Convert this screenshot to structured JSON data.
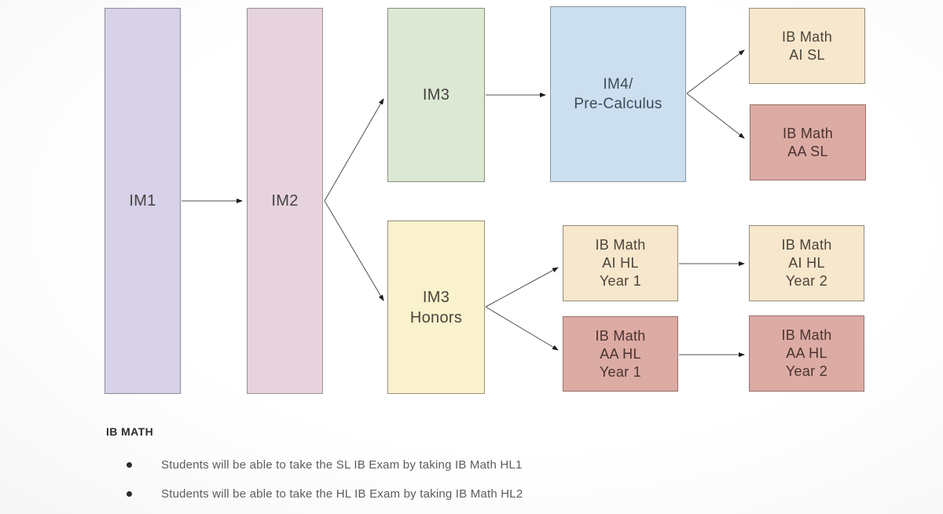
{
  "diagram": {
    "title_context": "Math course pathway flowchart",
    "nodes": {
      "im1": {
        "label": "IM1",
        "fill": "#d7d2e8"
      },
      "im2": {
        "label": "IM2",
        "fill": "#e7d3de"
      },
      "im3": {
        "label": "IM3",
        "fill": "#dce8d3"
      },
      "im4": {
        "label": "IM4/\nPre-Calculus",
        "fill": "#ccdff0"
      },
      "ib_ai_sl": {
        "label": "IB Math\nAI SL",
        "fill": "#f7e7cc"
      },
      "ib_aa_sl": {
        "label": "IB Math\nAA SL",
        "fill": "#dcaba4"
      },
      "im3_honors": {
        "label": "IM3\nHonors",
        "fill": "#faf1cd"
      },
      "ib_ai_hl_y1": {
        "label": "IB Math\nAI HL\nYear 1",
        "fill": "#f7e7cc"
      },
      "ib_aa_hl_y1": {
        "label": "IB Math\nAA HL\nYear 1",
        "fill": "#dcaba4"
      },
      "ib_ai_hl_y2": {
        "label": "IB Math\nAI HL\nYear 2",
        "fill": "#f7e7cc"
      },
      "ib_aa_hl_y2": {
        "label": "IB Math\nAA HL\nYear 2",
        "fill": "#dcaba4"
      }
    },
    "edges": [
      {
        "from": "IM1",
        "to": "IM2"
      },
      {
        "from": "IM2",
        "to": "IM3"
      },
      {
        "from": "IM2",
        "to": "IM3 Honors"
      },
      {
        "from": "IM3",
        "to": "IM4/Pre-Calculus"
      },
      {
        "from": "IM4/Pre-Calculus",
        "to": "IB Math AI SL"
      },
      {
        "from": "IM4/Pre-Calculus",
        "to": "IB Math AA SL"
      },
      {
        "from": "IM3 Honors",
        "to": "IB Math AI HL Year 1"
      },
      {
        "from": "IM3 Honors",
        "to": "IB Math AA HL Year 1"
      },
      {
        "from": "IB Math AI HL Year 1",
        "to": "IB Math AI HL Year 2"
      },
      {
        "from": "IB Math AA HL Year 1",
        "to": "IB Math AA HL Year 2"
      }
    ],
    "notes": {
      "heading": "IB MATH",
      "bullets": [
        "Students will be able to take the SL IB Exam by taking IB Math HL1",
        "Students will be able to take the HL IB Exam by taking IB Math HL2"
      ]
    },
    "colors": {
      "background": "#fcfcfd",
      "arrow_line": "#4f4f4f",
      "arrowhead": "#1a1a1a",
      "peach_track": "#f7e7cc",
      "rose_track": "#dcaba4"
    }
  }
}
